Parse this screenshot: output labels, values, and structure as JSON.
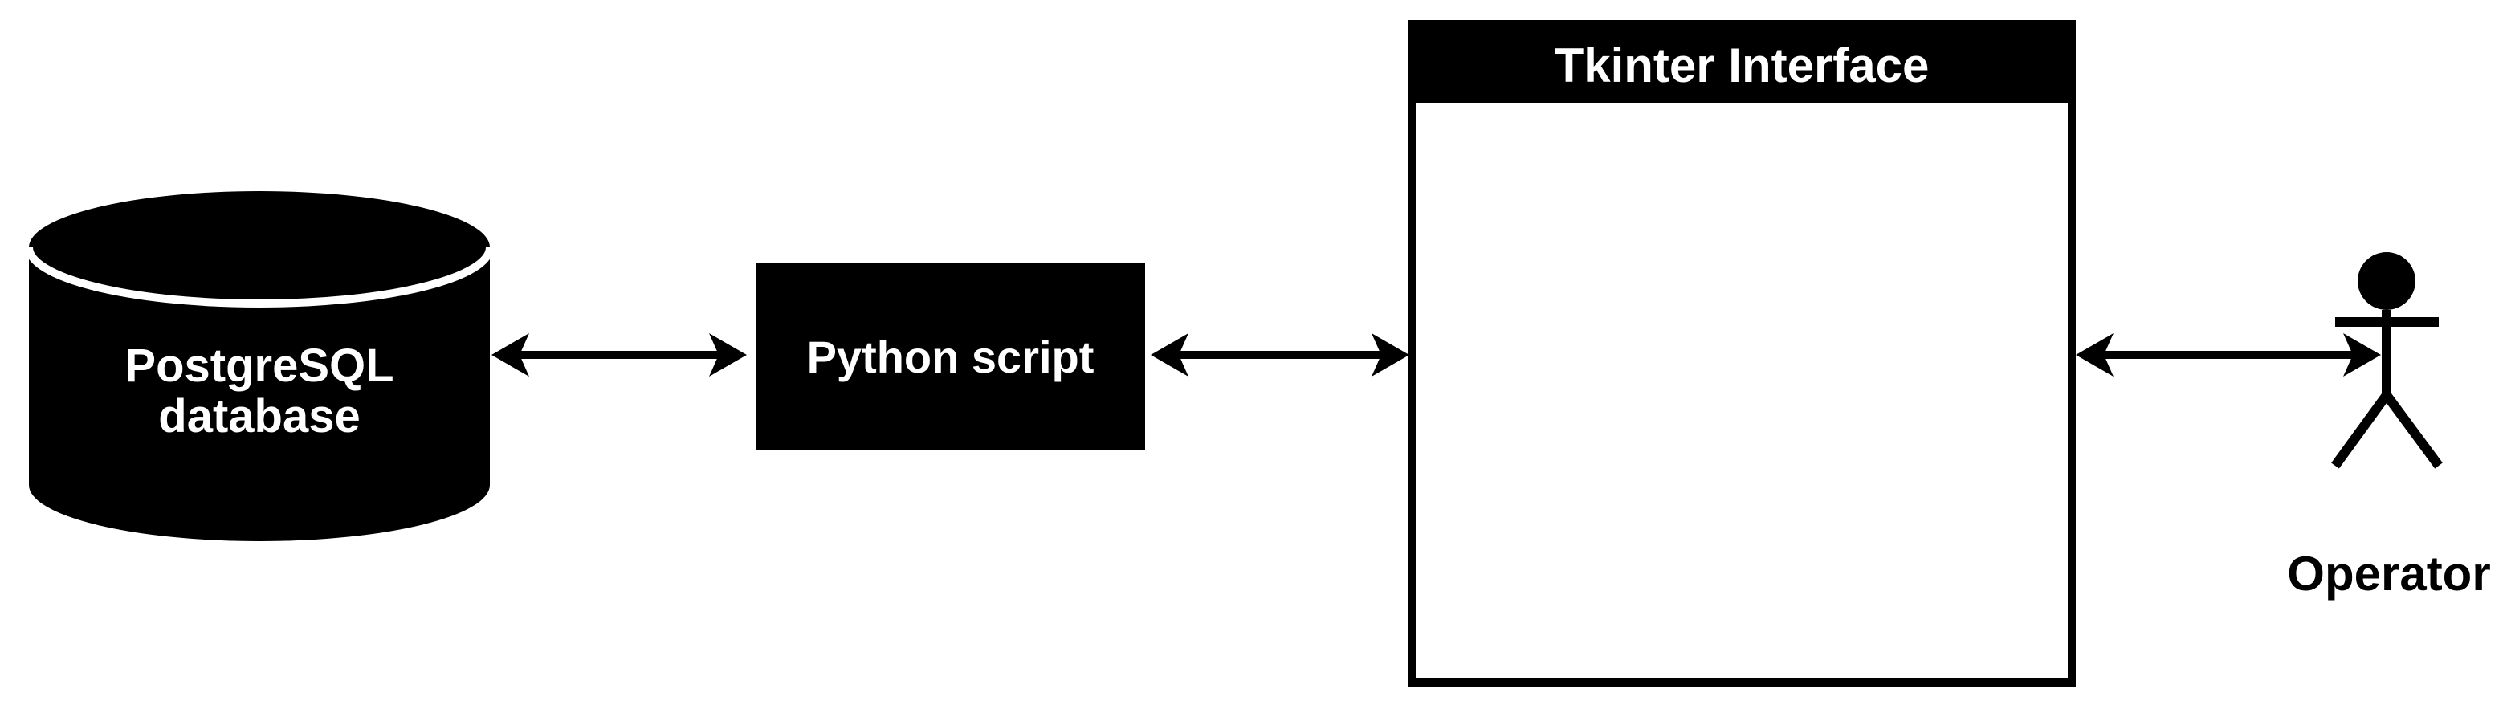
{
  "diagram": {
    "colors": {
      "ink": "#000000",
      "background": "#ffffff",
      "node_label_text": "#ffffff",
      "actor_label_text": "#000000"
    },
    "nodes": {
      "database": {
        "shape": "cylinder",
        "lines": [
          "PostgreSQL",
          "database"
        ]
      },
      "python_script": {
        "shape": "filled-box",
        "label": "Python script"
      },
      "tkinter_interface": {
        "shape": "window-frame",
        "title": "Tkinter Interface"
      },
      "operator": {
        "shape": "stick-figure-actor",
        "label": "Operator"
      }
    },
    "connections": [
      {
        "from": "PostgreSQL database",
        "to": "Python script",
        "style": "double-headed-arrow"
      },
      {
        "from": "Python script",
        "to": "Tkinter Interface",
        "style": "double-headed-arrow"
      },
      {
        "from": "Tkinter Interface",
        "to": "Operator",
        "style": "double-headed-arrow"
      }
    ]
  }
}
